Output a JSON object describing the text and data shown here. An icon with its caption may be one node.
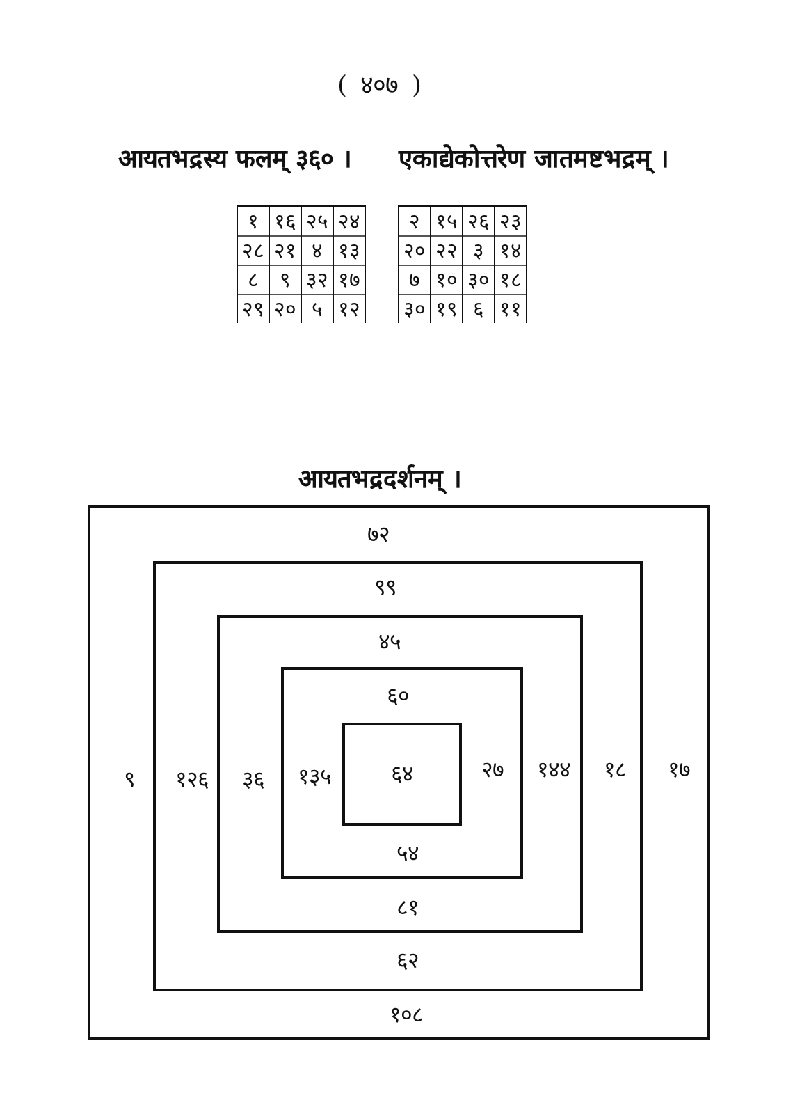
{
  "diagram": {
    "title": "आयतभद्रदर्शनम् ।",
    "nodes": [
      {
        "text": [
          "७२",
          "९",
          "१७",
          "१०८"
        ]
      },
      {
        "text": [
          "९९",
          "१२६",
          "१८",
          "६२"
        ],
        "in": 0
      },
      {
        "text": [
          "४५",
          "३६",
          "१४४",
          "८१"
        ],
        "in": 1
      },
      {
        "text": [
          "६०",
          "१३५",
          "२७",
          "५४"
        ],
        "in": 2
      },
      {
        "text": [
          "६४"
        ],
        "in": 3
      }
    ],
    "labels": [
      "( ४०७ )",
      "आयतभद्रस्य फलम् ३६० ।",
      "एकाद्येकोत्तरेण जातमष्टभद्रम् ।",
      "१",
      "१६",
      "२५",
      "२४",
      "२८",
      "२१",
      "४",
      "१३",
      "८",
      "९",
      "३२",
      "१७",
      "२९",
      "२०",
      "५",
      "१२",
      "२",
      "१५",
      "२६",
      "२३",
      "२०",
      "२२",
      "३",
      "१४",
      "७",
      "१०",
      "३०",
      "१८",
      "३०",
      "१९",
      "६",
      "११"
    ]
  }
}
